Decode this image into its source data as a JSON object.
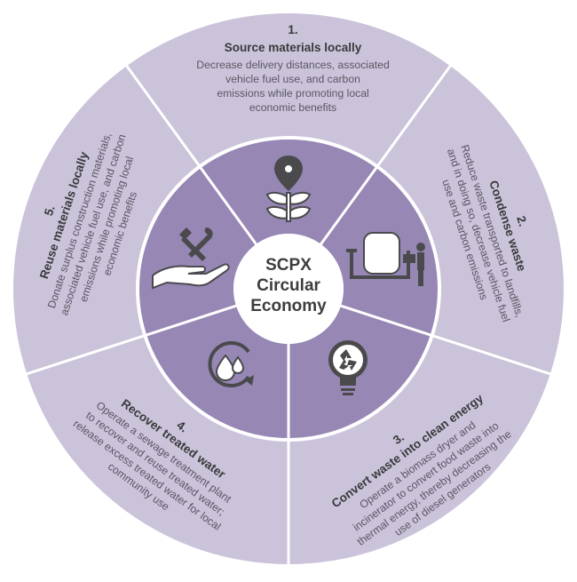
{
  "center": {
    "lines": [
      "SCPX",
      "Circular",
      "Economy"
    ]
  },
  "colors": {
    "outer_ring": "#cbc3da",
    "inner_ring": "#9787b5",
    "center": "#ffffff",
    "divider": "#ffffff",
    "icon": "#4a4a4d",
    "icon_light": "#ffffff"
  },
  "segments": [
    {
      "number": "1.",
      "title": "Source materials locally",
      "body": [
        "Decrease delivery distances, associated",
        "vehicle fuel use, and carbon",
        "emissions while promoting local",
        "economic benefits"
      ],
      "icon": "location-leaf-icon"
    },
    {
      "number": "2.",
      "title": "Condense waste",
      "body": [
        "Reduce waste transported to landfills,",
        "and in doing so, decrease vehicle fuel",
        "use and carbon emissions"
      ],
      "icon": "waste-condenser-icon"
    },
    {
      "number": "3.",
      "title": "Convert waste into clean energy",
      "body": [
        "Operate a biomass dryer and",
        "incinerator to convert food waste into",
        "thermal energy, thereby  decreasing the",
        "use of diesel generators"
      ],
      "icon": "recycle-bulb-icon"
    },
    {
      "number": "4.",
      "title": "Recover treated water",
      "body": [
        "Operate a sewage treatment plant",
        "to recover and reuse treated water;",
        "release excess treated water for local",
        "community use"
      ],
      "icon": "water-cycle-icon"
    },
    {
      "number": "5.",
      "title": "Reuse materials locally",
      "body": [
        "Donate surplus construction materials,",
        "associated vehicle fuel use, and carbon",
        "emissions while promoting local",
        "economic benefits"
      ],
      "icon": "hand-tools-icon"
    }
  ]
}
